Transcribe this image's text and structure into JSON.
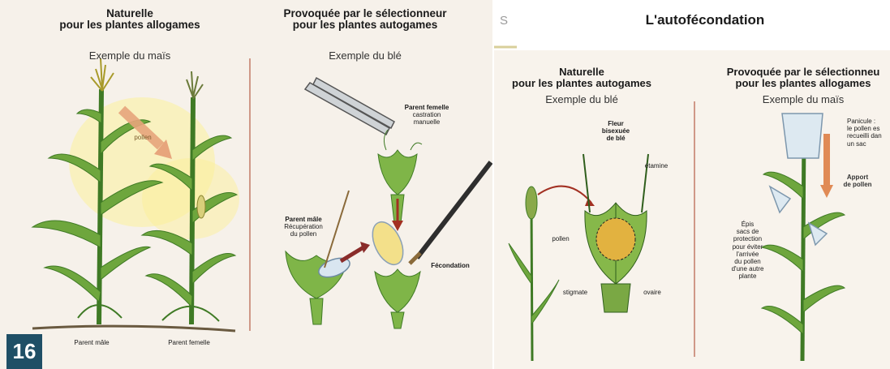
{
  "left_panel": {
    "col1_title_line1": "Naturelle",
    "col1_title_line2": "pour les plantes allogames",
    "col1_subtitle": "Exemple du maïs",
    "col2_title_line1": "Provoquée par le sélectionneur",
    "col2_title_line2": "pour les plantes autogames",
    "col2_subtitle": "Exemple du blé",
    "label_pollen": "pollen",
    "label_female_parent": "Parent femelle",
    "label_castration_1": "castration",
    "label_castration_2": "manuelle",
    "label_male_parent": "Parent mâle",
    "label_pollen_recovery_1": "Récupération",
    "label_pollen_recovery_2": "du pollen",
    "label_fecondation": "Fécondation",
    "label_parent_male_bottom": "Parent mâle",
    "label_parent_femelle_bottom": "Parent femelle",
    "page_number": "16"
  },
  "right_panel": {
    "header_corner": "S",
    "title": "L'autofécondation",
    "col1_title_line1": "Naturelle",
    "col1_title_line2": "pour les plantes autogames",
    "col1_subtitle": "Exemple du blé",
    "col2_title_line1": "Provoquée par le sélectionneu",
    "col2_title_line2": "pour les plantes allogames",
    "col2_subtitle": "Exemple du maïs",
    "flower_label_1": "Fleur",
    "flower_label_2": "bisexuée",
    "flower_label_3": "de blé",
    "label_etamine": "étamine",
    "label_pollen": "pollen",
    "label_stigmate": "stigmate",
    "label_ovaire": "ovaire",
    "label_panicule_1": "Panicule :",
    "label_panicule_2": "le pollen es",
    "label_panicule_3": "recueilli dan",
    "label_panicule_4": "un sac",
    "label_apport_1": "Apport",
    "label_apport_2": "de pollen",
    "label_epis_1": "Épis",
    "label_epis_2": "sacs de",
    "label_epis_3": "protection",
    "label_epis_4": "pour éviter",
    "label_epis_5": "l'arrivée",
    "label_epis_6": "du pollen",
    "label_epis_7": "d'une autre",
    "label_epis_8": "plante"
  },
  "colors": {
    "stem_green": "#4e8a2e",
    "leaf_light": "#7fb548",
    "pollen_yellow": "#f5e36a",
    "arrow_red": "#b23a2a",
    "arrow_orange": "#e08a55",
    "badge_blue": "#1f4f66"
  }
}
